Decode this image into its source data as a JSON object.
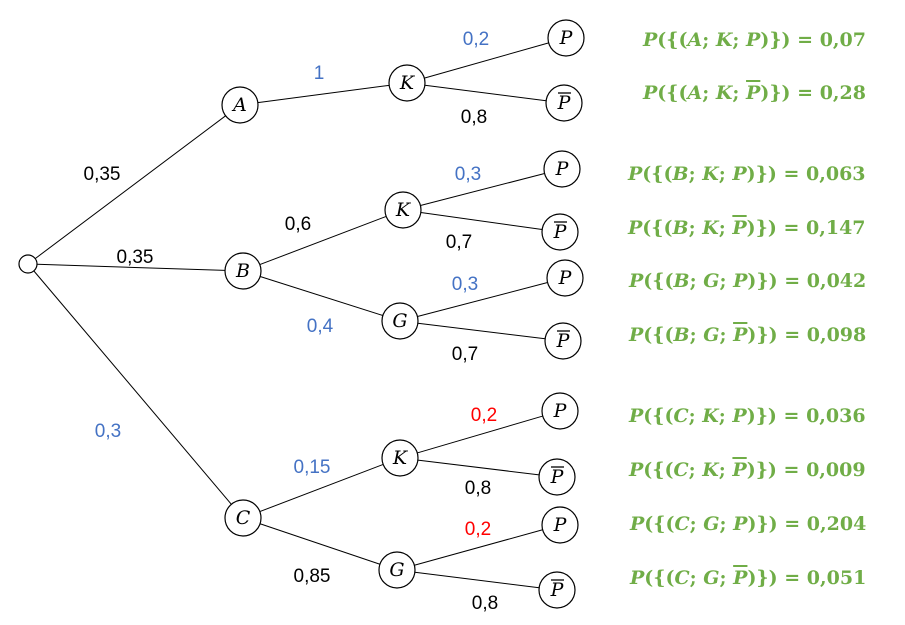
{
  "colors": {
    "black": "#000000",
    "blue": "#4472c4",
    "red": "#ff0000",
    "green": "#70ad47"
  },
  "nodes": [
    {
      "id": "root",
      "label": ""
    },
    {
      "id": "A",
      "label": "A"
    },
    {
      "id": "B",
      "label": "B"
    },
    {
      "id": "C",
      "label": "C"
    },
    {
      "id": "AK",
      "label": "K"
    },
    {
      "id": "BK",
      "label": "K"
    },
    {
      "id": "BG",
      "label": "G"
    },
    {
      "id": "CK",
      "label": "K"
    },
    {
      "id": "CG",
      "label": "G"
    },
    {
      "id": "AKP",
      "label": "P"
    },
    {
      "id": "AKNP",
      "label": "P",
      "bar": true
    },
    {
      "id": "BKP",
      "label": "P"
    },
    {
      "id": "BKNP",
      "label": "P",
      "bar": true
    },
    {
      "id": "BGP",
      "label": "P"
    },
    {
      "id": "BGNP",
      "label": "P",
      "bar": true
    },
    {
      "id": "CKP",
      "label": "P"
    },
    {
      "id": "CKNP",
      "label": "P",
      "bar": true
    },
    {
      "id": "CGP",
      "label": "P"
    },
    {
      "id": "CGNP",
      "label": "P",
      "bar": true
    }
  ],
  "edges": [
    {
      "from": "root",
      "to": "A",
      "prob": "0,35",
      "color": "black"
    },
    {
      "from": "root",
      "to": "B",
      "prob": "0,35",
      "color": "black"
    },
    {
      "from": "root",
      "to": "C",
      "prob": "0,3",
      "color": "blue"
    },
    {
      "from": "A",
      "to": "AK",
      "prob": "1",
      "color": "blue"
    },
    {
      "from": "B",
      "to": "BK",
      "prob": "0,6",
      "color": "black"
    },
    {
      "from": "B",
      "to": "BG",
      "prob": "0,4",
      "color": "blue"
    },
    {
      "from": "C",
      "to": "CK",
      "prob": "0,15",
      "color": "blue"
    },
    {
      "from": "C",
      "to": "CG",
      "prob": "0,85",
      "color": "black"
    },
    {
      "from": "AK",
      "to": "AKP",
      "prob": "0,2",
      "color": "blue"
    },
    {
      "from": "AK",
      "to": "AKNP",
      "prob": "0,8",
      "color": "black"
    },
    {
      "from": "BK",
      "to": "BKP",
      "prob": "0,3",
      "color": "blue"
    },
    {
      "from": "BK",
      "to": "BKNP",
      "prob": "0,7",
      "color": "black"
    },
    {
      "from": "BG",
      "to": "BGP",
      "prob": "0,3",
      "color": "blue"
    },
    {
      "from": "BG",
      "to": "BGNP",
      "prob": "0,7",
      "color": "black"
    },
    {
      "from": "CK",
      "to": "CKP",
      "prob": "0,2",
      "color": "red"
    },
    {
      "from": "CK",
      "to": "CKNP",
      "prob": "0,8",
      "color": "black"
    },
    {
      "from": "CG",
      "to": "CGP",
      "prob": "0,2",
      "color": "red"
    },
    {
      "from": "CG",
      "to": "CGNP",
      "prob": "0,8",
      "color": "black"
    }
  ],
  "results": [
    {
      "first": "A",
      "second": "K",
      "last": "P",
      "negated": false,
      "value": "0,07"
    },
    {
      "first": "A",
      "second": "K",
      "last": "P",
      "negated": true,
      "value": "0,28"
    },
    {
      "first": "B",
      "second": "K",
      "last": "P",
      "negated": false,
      "value": "0,063"
    },
    {
      "first": "B",
      "second": "K",
      "last": "P",
      "negated": true,
      "value": "0,147"
    },
    {
      "first": "B",
      "second": "G",
      "last": "P",
      "negated": false,
      "value": "0,042"
    },
    {
      "first": "B",
      "second": "G",
      "last": "P",
      "negated": true,
      "value": "0,098"
    },
    {
      "first": "C",
      "second": "K",
      "last": "P",
      "negated": false,
      "value": "0,036"
    },
    {
      "first": "C",
      "second": "K",
      "last": "P",
      "negated": true,
      "value": "0,009"
    },
    {
      "first": "C",
      "second": "G",
      "last": "P",
      "negated": false,
      "value": "0,204"
    },
    {
      "first": "C",
      "second": "G",
      "last": "P",
      "negated": true,
      "value": "0,051"
    }
  ]
}
